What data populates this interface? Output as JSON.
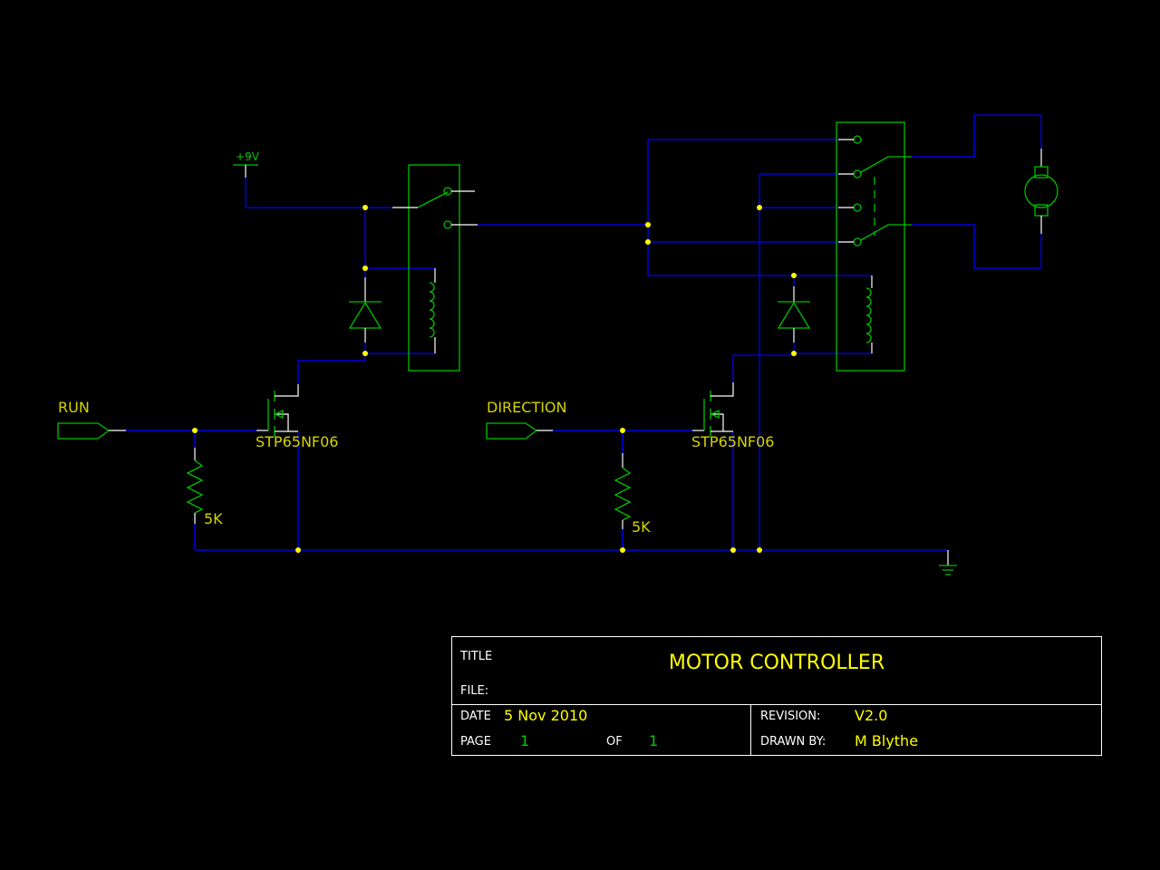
{
  "labels": {
    "supply": "+9V",
    "run": "RUN",
    "direction": "DIRECTION",
    "mosfet1": "STP65NF06",
    "mosfet2": "STP65NF06",
    "resistor1": "5K",
    "resistor2": "5K"
  },
  "title_block": {
    "title_caption": "TITLE",
    "title": "MOTOR CONTROLLER",
    "file_caption": "FILE:",
    "date_caption": "DATE",
    "date": "5 Nov 2010",
    "page_caption": "PAGE",
    "page": "1",
    "of_caption": "OF",
    "of": "1",
    "revision_caption": "REVISION:",
    "revision": "V2.0",
    "drawn_by_caption": "DRAWN BY:",
    "drawn_by": "M Blythe"
  },
  "colors": {
    "background": "#000000",
    "wire": "#0000ff",
    "component": "#00c000",
    "junction": "#ffff00",
    "label": "#d4d400"
  }
}
